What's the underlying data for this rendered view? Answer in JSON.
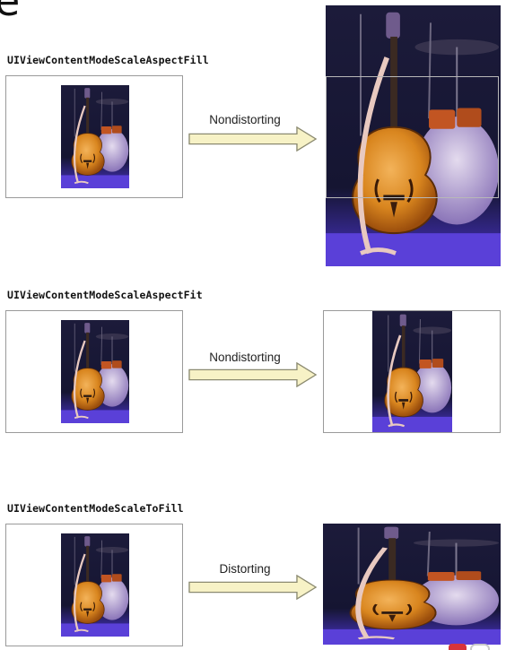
{
  "page": {
    "corner_glyph": "e"
  },
  "rows": [
    {
      "mode_label": "UIViewContentModeScaleAspectFill",
      "arrow_label": "Nondistorting"
    },
    {
      "mode_label": "UIViewContentModeScaleAspectFit",
      "arrow_label": "Nondistorting"
    },
    {
      "mode_label": "UIViewContentModeScaleToFill",
      "arrow_label": "Distorting"
    }
  ],
  "colors": {
    "arrow_fill": "#f7f2c6",
    "arrow_stroke": "#8b8a70",
    "frame_border": "#9a9a9a",
    "stage_dark": "#14142e",
    "stage_floor": "#4a34c8",
    "guitar_body": "#d9861f",
    "drum_head": "#cbbfd8"
  },
  "icons": [
    "guitar-photo",
    "right-arrow"
  ]
}
